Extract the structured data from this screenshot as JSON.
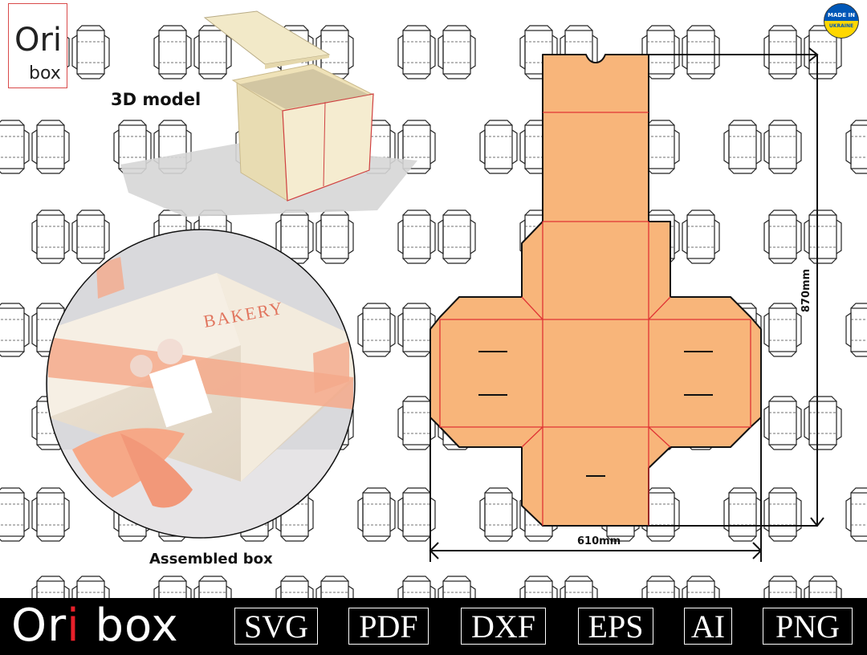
{
  "logo": {
    "ori": "Ori",
    "box": "box"
  },
  "labels": {
    "model_3d": "3D model",
    "assembled": "Assembled box"
  },
  "photo": {
    "brand_text": "BAKERY"
  },
  "badge": {
    "line1": "MADE IN",
    "line2": "UKRAINE"
  },
  "dimensions": {
    "width": "610mm",
    "height": "870mm"
  },
  "footer": {
    "brand_a": "Or",
    "brand_i": "i",
    "brand_b": " box",
    "formats": [
      "SVG",
      "PDF",
      "DXF",
      "EPS",
      "AI",
      "PNG"
    ]
  },
  "colors": {
    "box_fill": "#f8b57a",
    "cut_line": "#111111",
    "fold_line": "#e03434",
    "footer_bg": "#000000",
    "accent_red": "#e8202a"
  }
}
